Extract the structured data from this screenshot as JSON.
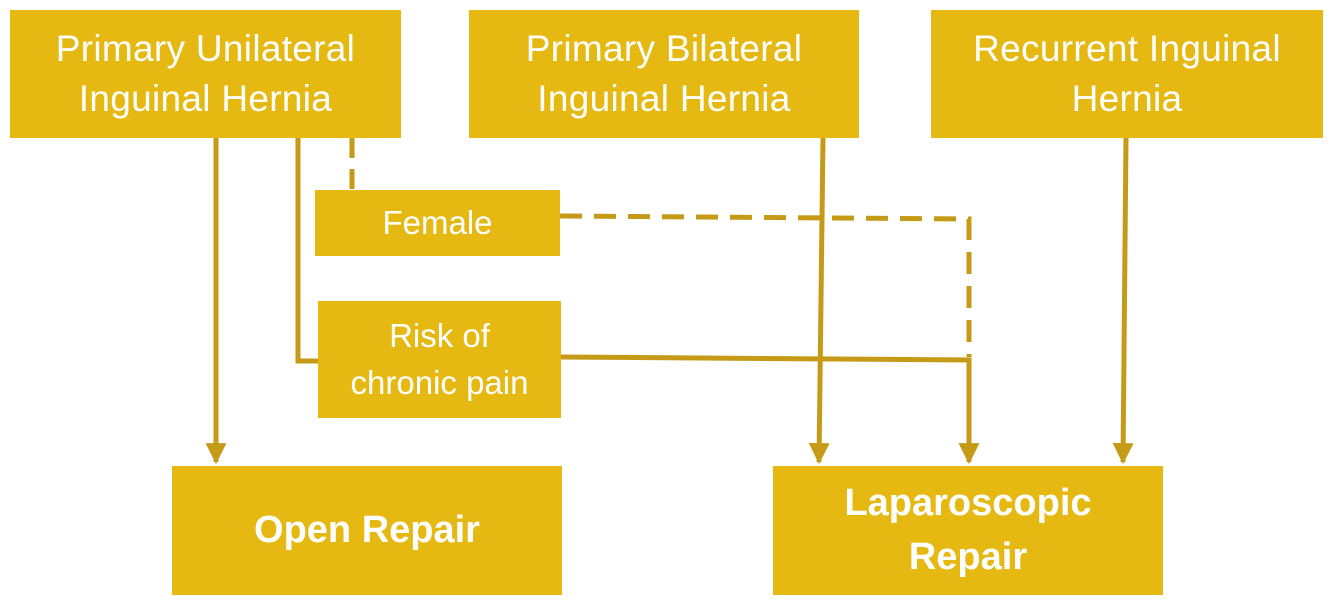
{
  "nodes": {
    "primary_unilateral": {
      "label": "Primary Unilateral\nInguinal Hernia"
    },
    "primary_bilateral": {
      "label": "Primary Bilateral\nInguinal Hernia"
    },
    "recurrent": {
      "label": "Recurrent Inguinal\nHernia"
    },
    "female": {
      "label": "Female"
    },
    "chronic_pain": {
      "label": "Risk of\nchronic pain"
    },
    "open_repair": {
      "label": "Open Repair"
    },
    "laparoscopic_repair": {
      "label": "Laparoscopic\nRepair"
    }
  },
  "colors": {
    "box_fill": "#e5b912",
    "box_text": "#ffffff",
    "connector": "#c49a17"
  },
  "edges": [
    {
      "from": "primary_unilateral",
      "to": "open_repair",
      "style": "solid"
    },
    {
      "from": "primary_unilateral",
      "to": "chronic_pain",
      "style": "solid"
    },
    {
      "from": "primary_unilateral",
      "to": "female",
      "style": "dashed"
    },
    {
      "from": "female",
      "to": "laparoscopic_repair",
      "style": "dashed"
    },
    {
      "from": "chronic_pain",
      "to": "laparoscopic_repair",
      "style": "solid"
    },
    {
      "from": "primary_bilateral",
      "to": "laparoscopic_repair",
      "style": "solid"
    },
    {
      "from": "recurrent",
      "to": "laparoscopic_repair",
      "style": "solid"
    }
  ]
}
